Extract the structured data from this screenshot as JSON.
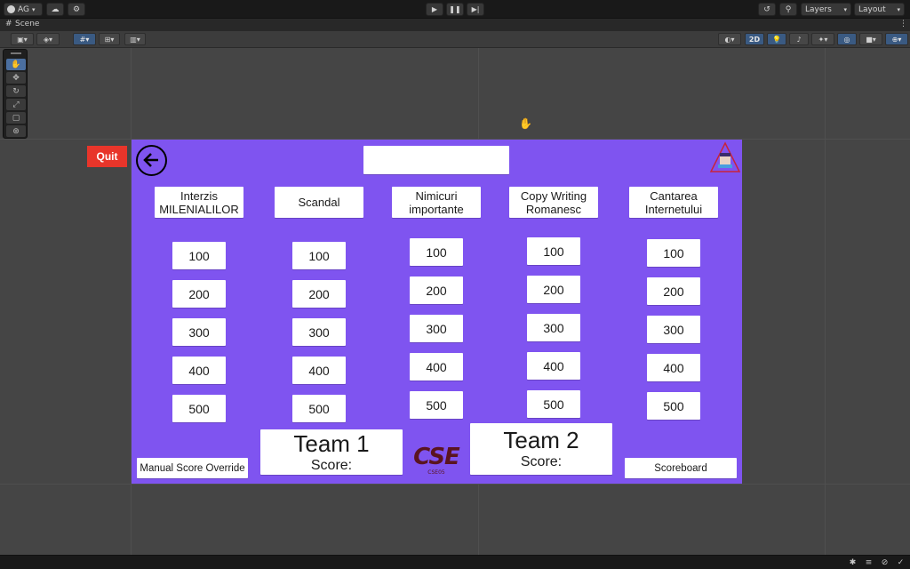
{
  "editor": {
    "account_label": "AG",
    "tab_title": "Scene",
    "layers_label": "Layers",
    "layout_label": "Layout",
    "toggle_2d_label": "2D"
  },
  "game": {
    "quit_label": "Quit",
    "categories": [
      "Interzis MILENIALILOR",
      "Scandal",
      "Nimicuri importante",
      "Copy Writing Romanesc",
      "Cantarea Internetului"
    ],
    "point_values": [
      "100",
      "200",
      "300",
      "400",
      "500"
    ],
    "team1": {
      "name": "Team 1",
      "score_label": "Score:"
    },
    "team2": {
      "name": "Team 2",
      "score_label": "Score:"
    },
    "manual_override_label": "Manual Score Override",
    "scoreboard_label": "Scoreboard",
    "logo_text": "CSE",
    "logo_sub": "CSE05"
  },
  "colors": {
    "game_background": "#7f54f0",
    "quit_button": "#e8352a",
    "logo_maroon": "#5a1420"
  }
}
